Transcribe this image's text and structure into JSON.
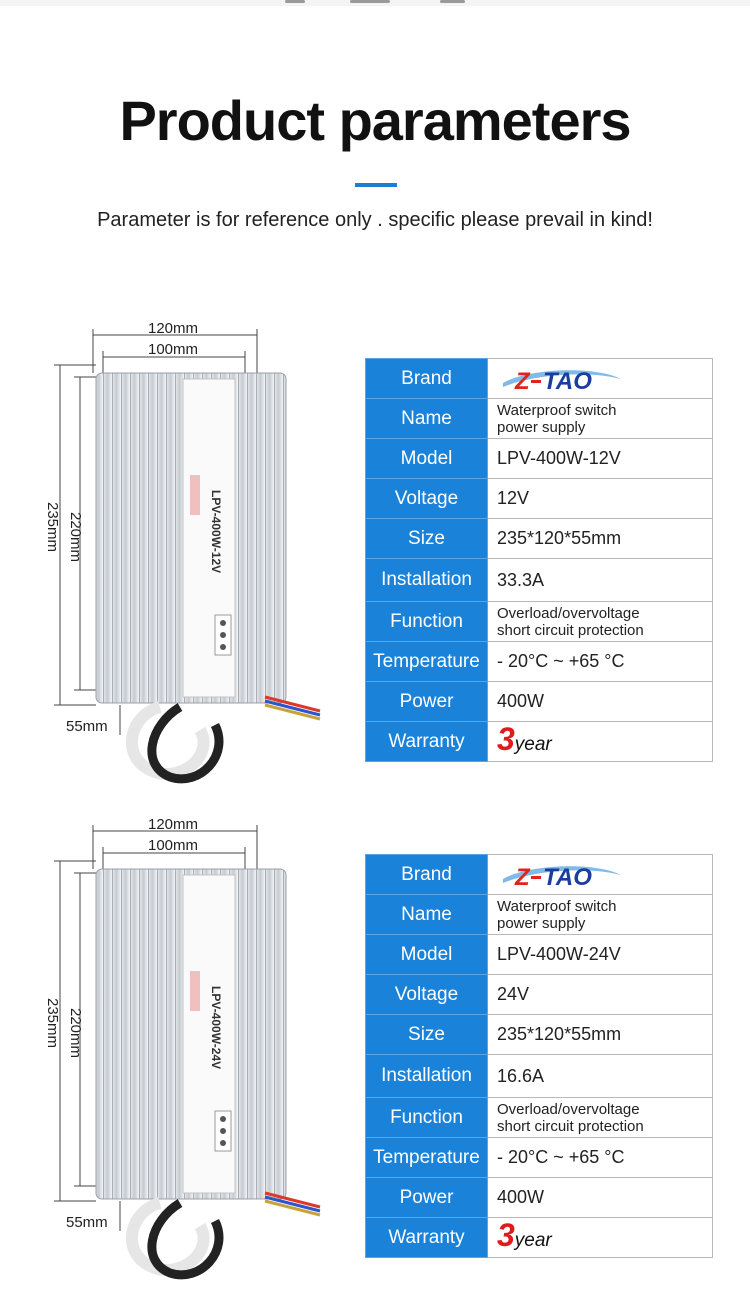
{
  "page": {
    "title": "Product parameters",
    "subtitle": "Parameter is for reference only . specific please prevail in kind!"
  },
  "colors": {
    "accent": "#1a82d8",
    "warranty_number": "#e01b1b"
  },
  "products": [
    {
      "dimensions": {
        "outer_width": "120mm",
        "inner_width": "100mm",
        "outer_length": "235mm",
        "inner_length": "220mm",
        "height": "55mm"
      },
      "label_model": "LPV-400W-12V",
      "specs": {
        "brand_label": "Brand",
        "brand_logo": "Z-TAO",
        "name_label": "Name",
        "name_value": "Waterproof switch\npower supply",
        "model_label": "Model",
        "model_value": "LPV-400W-12V",
        "voltage_label": "Voltage",
        "voltage_value": "12V",
        "size_label": "Size",
        "size_value": "235*120*55mm",
        "installation_label": "Installation",
        "installation_value": "33.3A",
        "function_label": "Function",
        "function_value": "Overload/overvoltage\nshort circuit protection",
        "temperature_label": "Temperature",
        "temperature_value": "- 20°C ~ +65 °C",
        "power_label": "Power",
        "power_value": "400W",
        "warranty_label": "Warranty",
        "warranty_number": "3",
        "warranty_unit": "year"
      }
    },
    {
      "dimensions": {
        "outer_width": "120mm",
        "inner_width": "100mm",
        "outer_length": "235mm",
        "inner_length": "220mm",
        "height": "55mm"
      },
      "label_model": "LPV-400W-24V",
      "specs": {
        "brand_label": "Brand",
        "brand_logo": "Z-TAO",
        "name_label": "Name",
        "name_value": "Waterproof switch\npower supply",
        "model_label": "Model",
        "model_value": "LPV-400W-24V",
        "voltage_label": "Voltage",
        "voltage_value": "24V",
        "size_label": "Size",
        "size_value": "235*120*55mm",
        "installation_label": "Installation",
        "installation_value": "16.6A",
        "function_label": "Function",
        "function_value": "Overload/overvoltage\nshort circuit protection",
        "temperature_label": "Temperature",
        "temperature_value": "- 20°C ~ +65 °C",
        "power_label": "Power",
        "power_value": "400W",
        "warranty_label": "Warranty",
        "warranty_number": "3",
        "warranty_unit": "year"
      }
    }
  ]
}
